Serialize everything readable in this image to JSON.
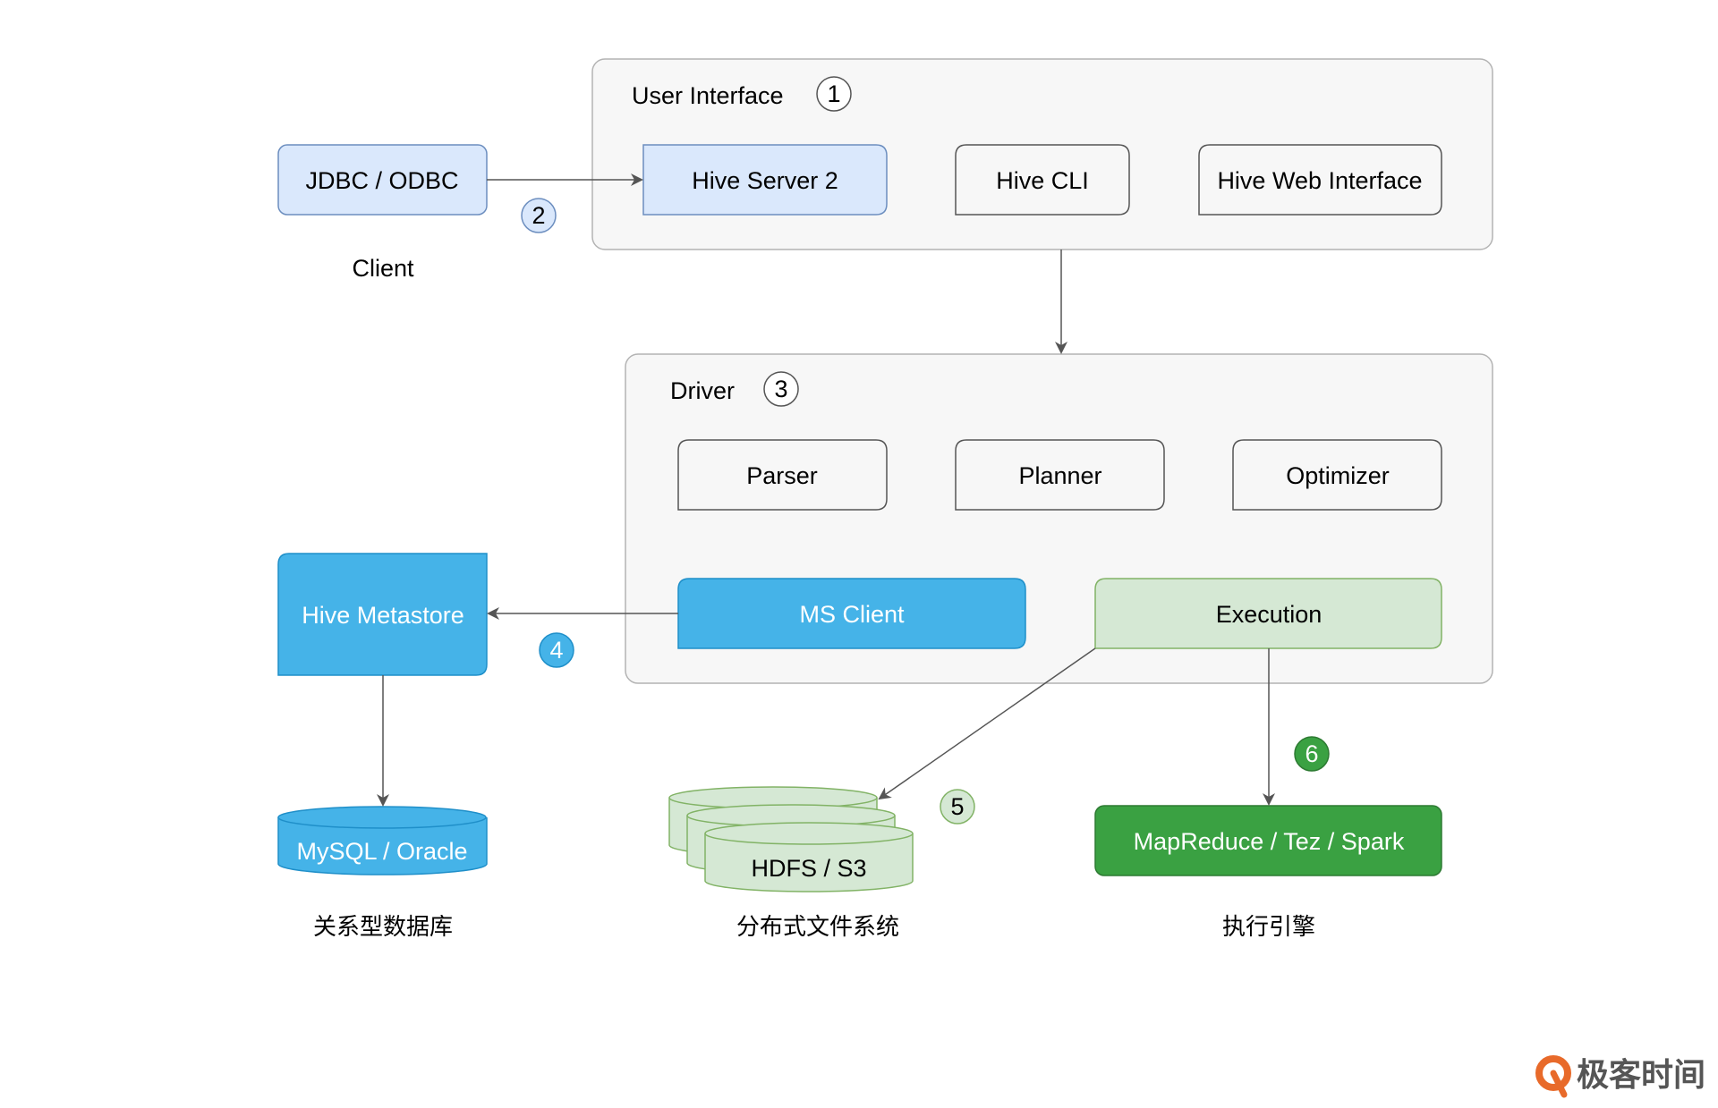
{
  "groups": {
    "user_interface": {
      "title": "User Interface",
      "step": "1"
    },
    "driver": {
      "title": "Driver",
      "step": "3"
    }
  },
  "client": {
    "box_label": "JDBC / ODBC",
    "caption": "Client",
    "step": "2"
  },
  "ui_components": {
    "hive_server": "Hive Server 2",
    "hive_cli": "Hive CLI",
    "hive_web": "Hive Web Interface"
  },
  "driver_components": {
    "parser": "Parser",
    "planner": "Planner",
    "optimizer": "Optimizer",
    "ms_client": "MS Client",
    "execution": "Execution"
  },
  "metastore": {
    "label": "Hive Metastore",
    "step": "4",
    "db_label": "MySQL / Oracle",
    "db_caption": "关系型数据库"
  },
  "storage": {
    "label": "HDFS / S3",
    "step": "5",
    "caption": "分布式文件系统"
  },
  "engine": {
    "label": "MapReduce / Tez / Spark",
    "step": "6",
    "caption": "执行引擎"
  },
  "brand": {
    "name": "极客时间"
  },
  "colors": {
    "light_blue": "#dae8fc",
    "blue_border": "#6c8ebf",
    "blue": "#45b3e8",
    "blue_dark_border": "#1f8fc9",
    "light_green": "#d5e8d4",
    "green_border": "#82b366",
    "green": "#3aa142",
    "green_dark_border": "#2d7a32",
    "group_fill": "#f7f7f7",
    "group_border": "#b3b3b3",
    "arrow": "#555555",
    "brand_orange": "#e86a2a"
  }
}
